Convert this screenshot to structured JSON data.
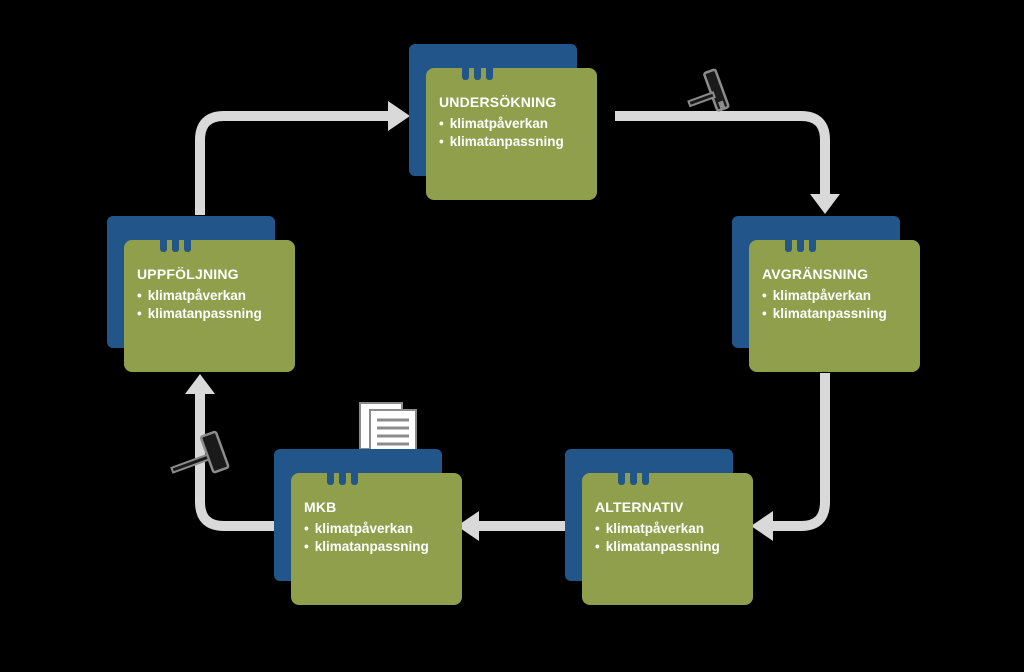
{
  "colors": {
    "background": "#000000",
    "card_front": "#8f9f4b",
    "card_back": "#22568a",
    "card_tab": "#22568a",
    "arrow": "#d9d9d9",
    "icon": "#8c8c8c",
    "text": "#ffffff"
  },
  "steps": [
    {
      "title": "UNDERSÖKNING",
      "items": [
        "klimatpåverkan",
        "klimatanpassning"
      ]
    },
    {
      "title": "AVGRÄNSNING",
      "items": [
        "klimatpåverkan",
        "klimatanpassning"
      ]
    },
    {
      "title": "ALTERNATIV",
      "items": [
        "klimatpåverkan",
        "klimatanpassning"
      ]
    },
    {
      "title": "MKB",
      "items": [
        "klimatpåverkan",
        "klimatanpassning"
      ]
    },
    {
      "title": "UPPFÖLJNING",
      "items": [
        "klimatpåverkan",
        "klimatanpassning"
      ]
    }
  ],
  "icons": {
    "gavel": "gavel-icon",
    "document": "document-icon"
  }
}
